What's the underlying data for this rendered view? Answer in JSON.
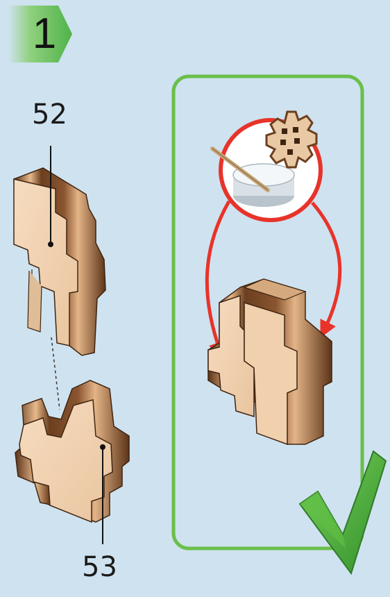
{
  "step": {
    "number": "1",
    "badge_color": "#5cb85c"
  },
  "parts": [
    {
      "id": "52",
      "label": "52"
    },
    {
      "id": "53",
      "label": "53"
    }
  ],
  "glue_panel": {
    "frame_color": "#6abf4b",
    "arrow_color": "#e8332a",
    "icons": [
      "glue-pot-icon",
      "toothpick-icon",
      "gear-piece-icon"
    ]
  },
  "checkmark": {
    "color": "#4cae3a",
    "icon": "checkmark-icon"
  },
  "colors": {
    "wood_light": "#f2d3b0",
    "wood_dark": "#6b3f1f",
    "background": "#cfe2ef"
  }
}
